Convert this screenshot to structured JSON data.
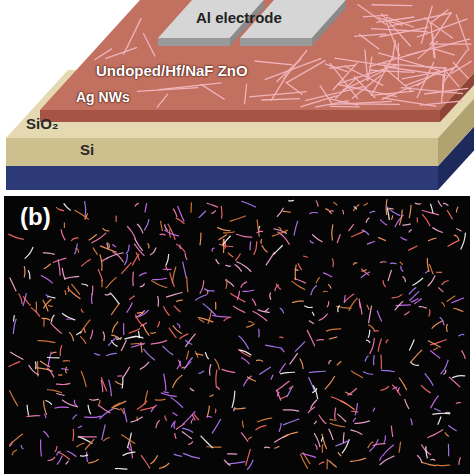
{
  "diagram": {
    "labels": [
      "Al electrode",
      "Undoped/Hf/NaF ZnO",
      "Ag NWs",
      "SiO₂",
      "Si",
      "(b)"
    ]
  }
}
